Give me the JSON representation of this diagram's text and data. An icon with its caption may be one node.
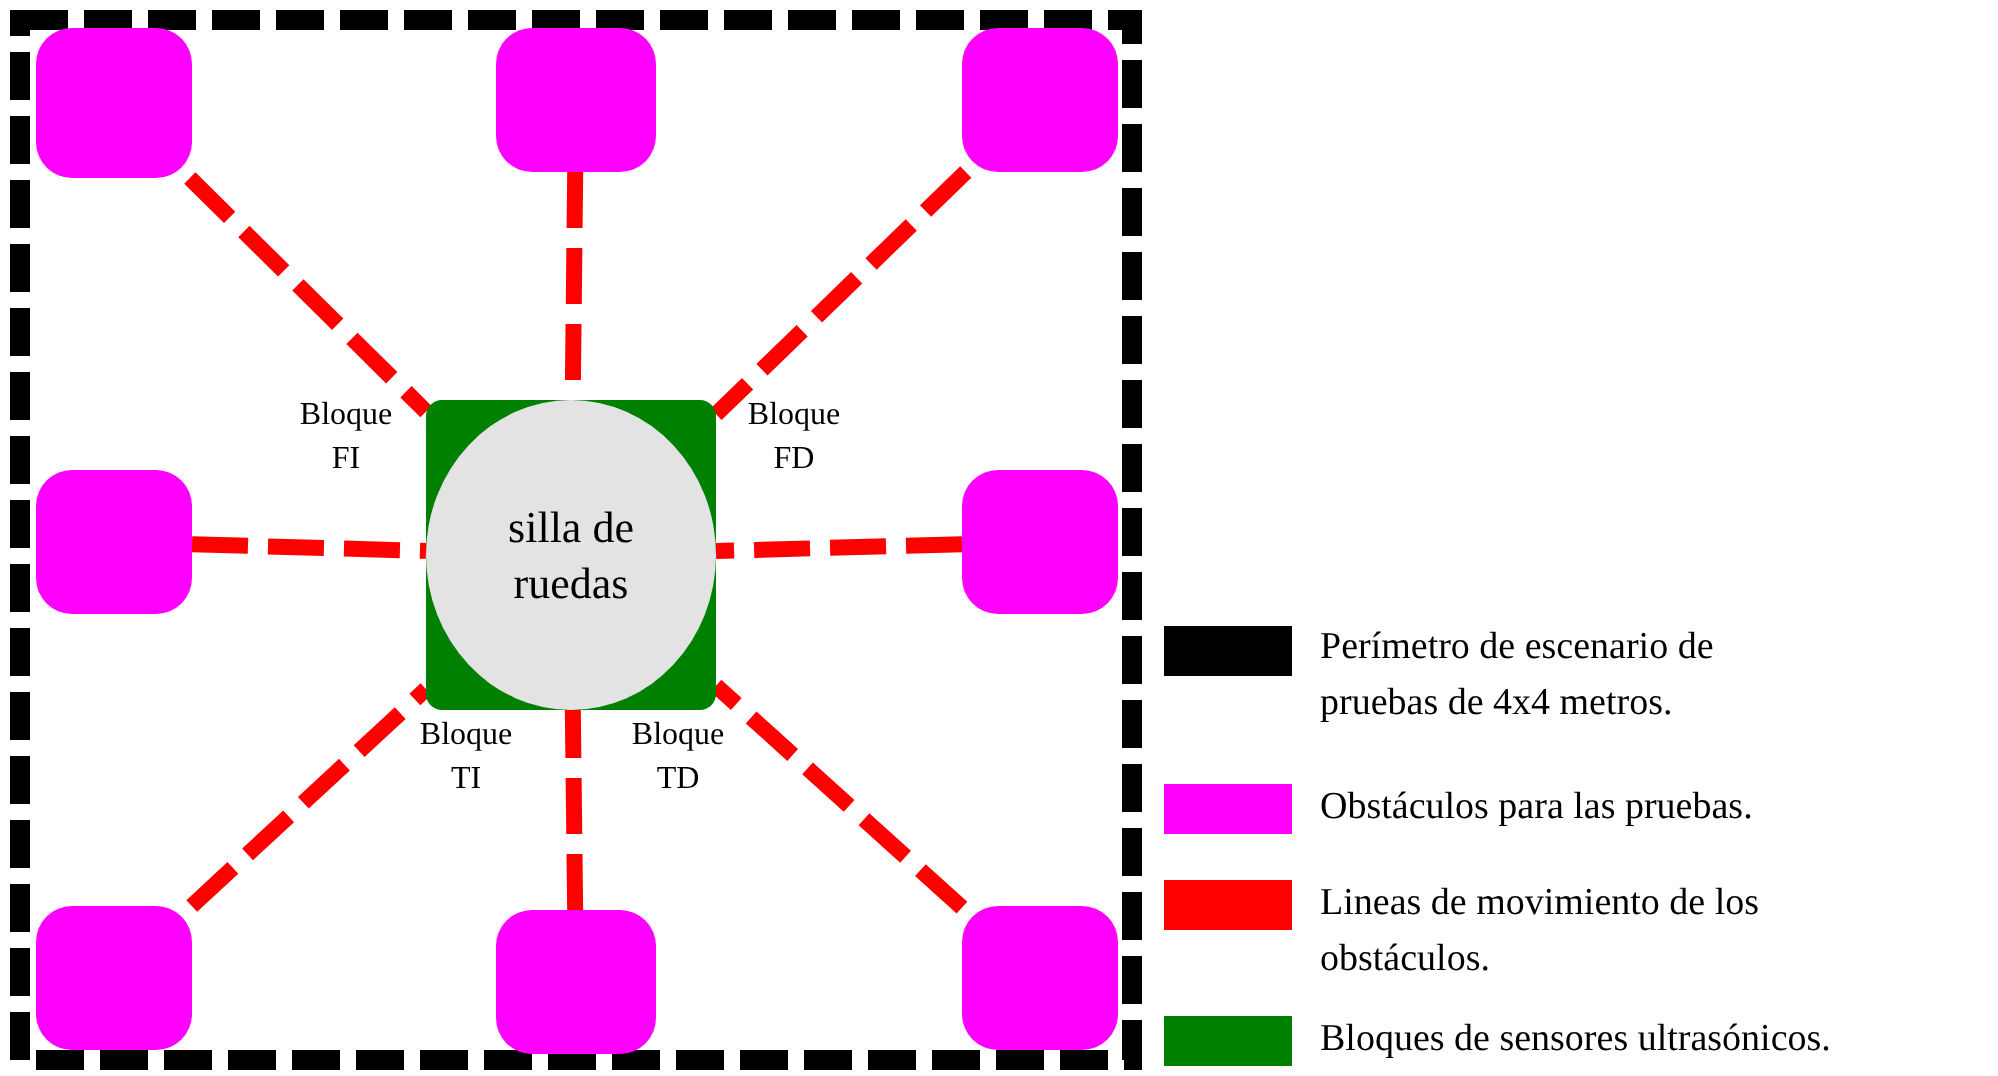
{
  "diagram": {
    "nodes": [
      {
        "text": [],
        "shape": "box"
      },
      {
        "text": [],
        "shape": "box"
      },
      {
        "text": [],
        "shape": "box"
      },
      {
        "text": [],
        "shape": "box"
      },
      {
        "text": [],
        "shape": "box"
      },
      {
        "text": [],
        "shape": "box"
      },
      {
        "text": [],
        "shape": "box"
      },
      {
        "text": [],
        "shape": "box"
      },
      {
        "text": [],
        "shape": "box"
      },
      {
        "text": [
          "silla de ruedas"
        ],
        "in": 8
      }
    ],
    "edges": [
      {
        "from": 0,
        "to": 8,
        "arrow": "none",
        "style": "dashed"
      },
      {
        "from": 1,
        "to": 8,
        "arrow": "none",
        "style": "dashed"
      },
      {
        "from": 2,
        "to": 8,
        "arrow": "none",
        "style": "dashed"
      },
      {
        "from": 3,
        "to": 8,
        "arrow": "none",
        "style": "dashed"
      },
      {
        "from": 4,
        "to": 8,
        "arrow": "none",
        "style": "dashed"
      },
      {
        "from": 5,
        "to": 8,
        "arrow": "none",
        "style": "dashed"
      },
      {
        "from": 6,
        "to": 8,
        "arrow": "none",
        "style": "dashed"
      },
      {
        "from": 7,
        "to": 8,
        "arrow": "none",
        "style": "dashed"
      }
    ],
    "labels": [
      "Bloque FI",
      "Bloque FD",
      "Bloque TI",
      "Bloque TD"
    ],
    "legend": [
      {
        "text": "Perímetro de escenario de pruebas de 4x4 metros.",
        "color": "#000000"
      },
      {
        "text": "Obstáculos para las pruebas.",
        "color": "#ff00ff"
      },
      {
        "text": "Lineas de movimiento de los obstáculos.",
        "color": "#ff0000"
      },
      {
        "text": "Bloques de sensores ultrasónicos.",
        "color": "#008000"
      }
    ]
  }
}
